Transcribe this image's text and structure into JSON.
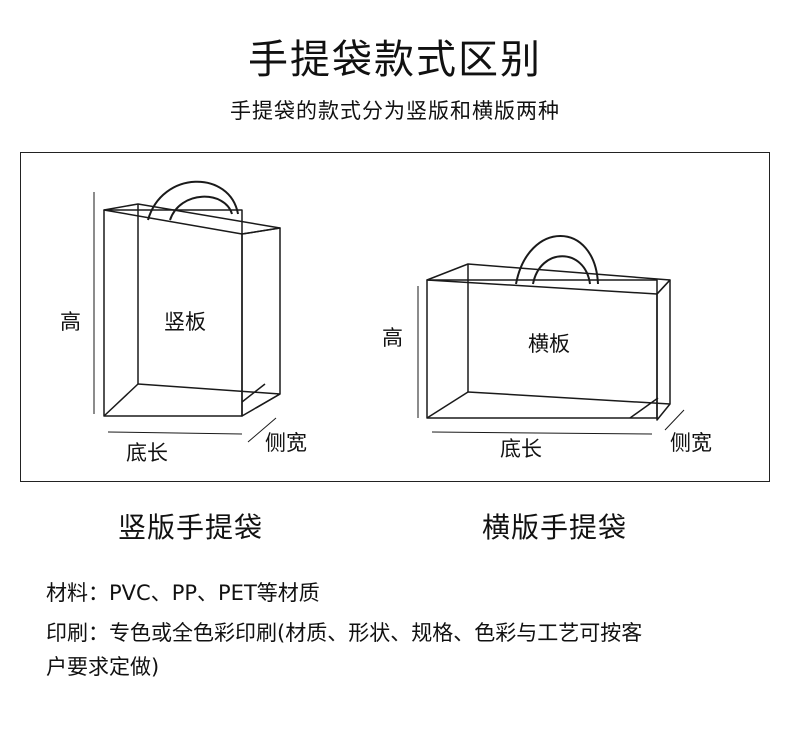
{
  "title": "手提袋款式区别",
  "subtitle": "手提袋的款式分为竖版和横版两种",
  "vertical_bag": {
    "front_label": "竖板",
    "height_label": "高",
    "base_length_label": "底长",
    "side_width_label": "侧宽",
    "caption": "竖版手提袋"
  },
  "horizontal_bag": {
    "front_label": "横板",
    "height_label": "高",
    "base_length_label": "底长",
    "side_width_label": "侧宽",
    "caption": "横版手提袋"
  },
  "specs": {
    "material": "材料：PVC、PP、PET等材质",
    "printing_line1": "印刷：专色或全色彩印刷(材质、形状、规格、色彩与工艺可按客",
    "printing_line2": "户要求定做)"
  }
}
